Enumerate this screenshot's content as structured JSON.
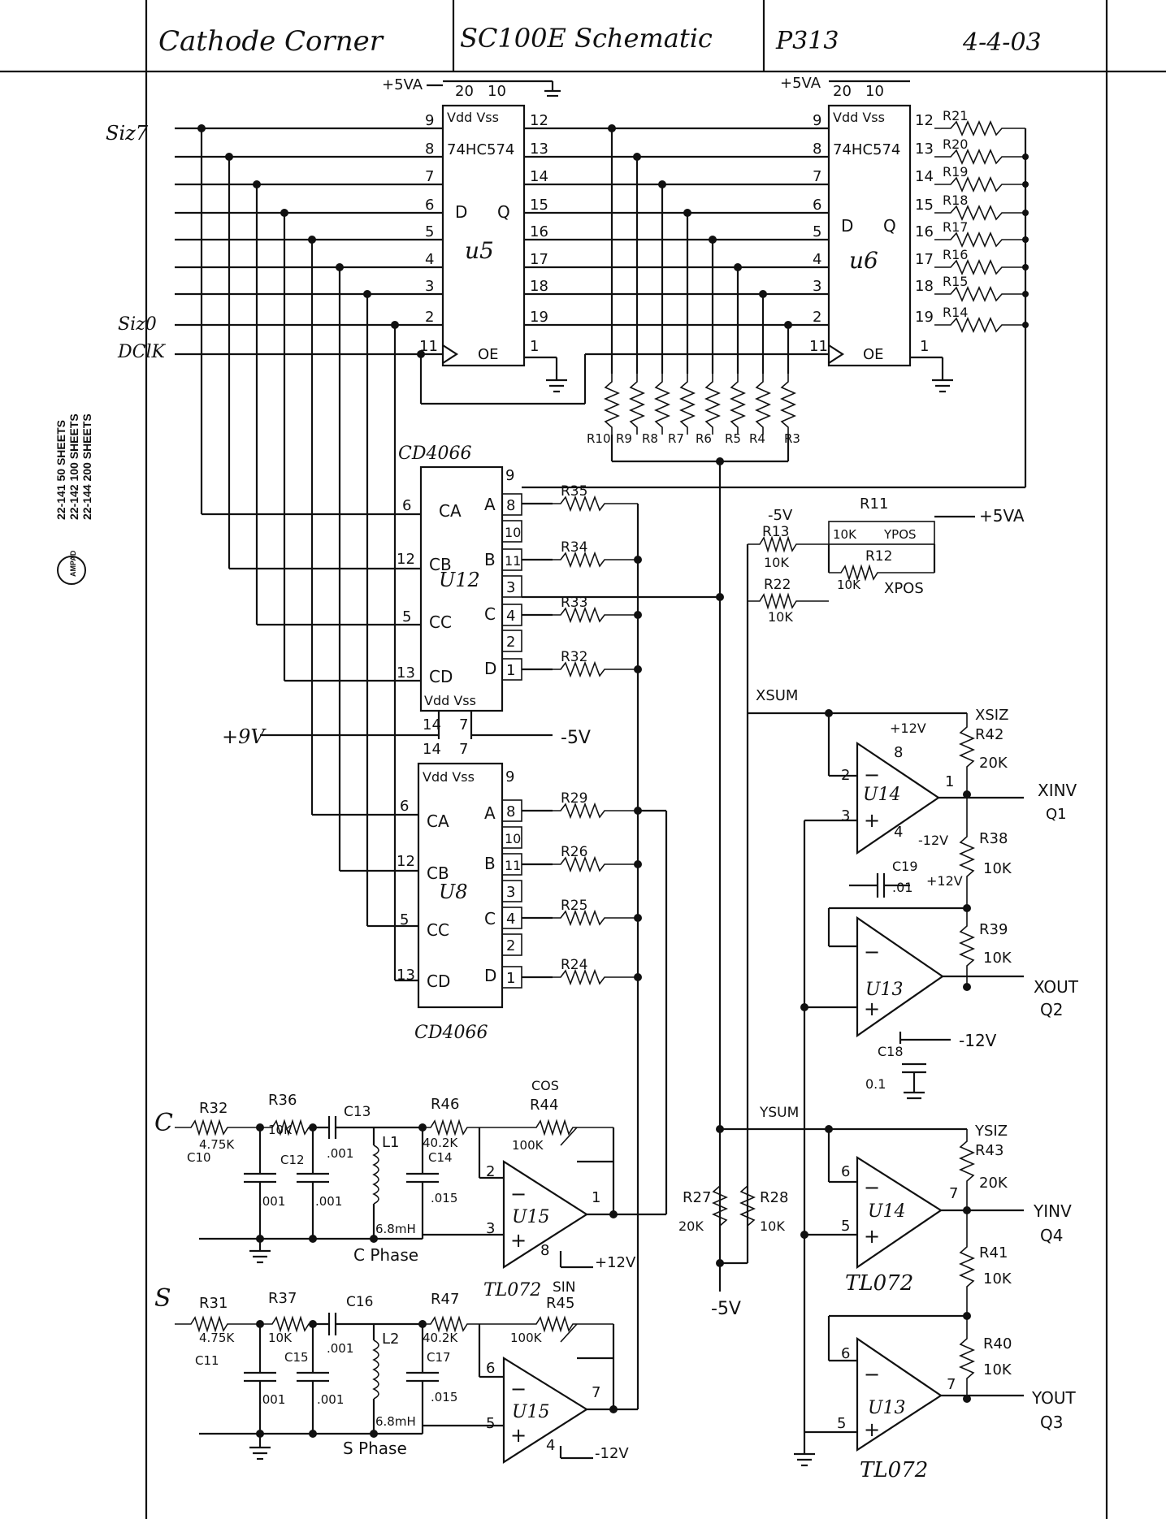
{
  "title_block": {
    "company": "Cathode Corner",
    "title": "SC100E Schematic",
    "page": "P313",
    "date": "4-4-03"
  },
  "pad_label": {
    "line1": "22-141   50 SHEETS",
    "line2": "22-142  100 SHEETS",
    "line3": "22-144  200 SHEETS",
    "logo": "AMPAD"
  },
  "inputs": {
    "siz7": "Siz7",
    "siz0": "Siz0",
    "dclk": "DClK",
    "c": "C",
    "s": "S",
    "plus9v": "+9V"
  },
  "u5": {
    "name": "u5",
    "part": "74HC574",
    "supply": "+5VA",
    "vdd_vss": "Vdd Vss",
    "d": "D",
    "q": "Q",
    "oe": "OE",
    "pin_vdd": "20",
    "pin_vss": "10",
    "d_pins": [
      "9",
      "8",
      "7",
      "6",
      "5",
      "4",
      "3",
      "2"
    ],
    "q_pins": [
      "12",
      "13",
      "14",
      "15",
      "16",
      "17",
      "18",
      "19"
    ],
    "clk_pin": "11",
    "oe_pin": "1"
  },
  "u6": {
    "name": "u6",
    "part": "74HC574",
    "supply": "+5VA",
    "vdd_vss": "Vdd Vss",
    "d": "D",
    "q": "Q",
    "oe": "OE",
    "pin_vdd": "20",
    "pin_vss": "10",
    "d_pins": [
      "9",
      "8",
      "7",
      "6",
      "5",
      "4",
      "3",
      "2"
    ],
    "q_pins": [
      "12",
      "13",
      "14",
      "15",
      "16",
      "17",
      "18",
      "19"
    ],
    "clk_pin": "11",
    "oe_pin": "1",
    "resistors": [
      "R21",
      "R20",
      "R19",
      "R18",
      "R17",
      "R16",
      "R15",
      "R14"
    ]
  },
  "ladder_resistors": [
    "R10",
    "R9",
    "R8",
    "R7",
    "R6",
    "R5",
    "R4",
    "R3"
  ],
  "u12": {
    "part": "CD4066",
    "name": "U12",
    "vdd_vss": "Vdd Vss",
    "ctrl": [
      "CA",
      "CB",
      "CC",
      "CD"
    ],
    "ctrl_pins": [
      "6",
      "12",
      "5",
      "13"
    ],
    "sw": [
      "A",
      "B",
      "C",
      "D"
    ],
    "left_pins": [
      "8",
      "11",
      "4",
      "1"
    ],
    "right_pins": [
      "10",
      "3",
      "2"
    ],
    "top_pin": "9",
    "pwr_pins": [
      "14",
      "7"
    ],
    "resistors": [
      "R35",
      "R34",
      "R33",
      "R32"
    ]
  },
  "u8": {
    "part": "CD4066",
    "name": "U8",
    "vdd_vss": "Vdd Vss",
    "ctrl": [
      "CA",
      "CB",
      "CC",
      "CD"
    ],
    "ctrl_pins": [
      "6",
      "12",
      "5",
      "13"
    ],
    "sw": [
      "A",
      "B",
      "C",
      "D"
    ],
    "left_pins": [
      "8",
      "11",
      "4",
      "1"
    ],
    "right_pins": [
      "10",
      "3",
      "2"
    ],
    "top_pin": "9",
    "pwr_pins": [
      "14",
      "7"
    ],
    "resistors": [
      "R29",
      "R26",
      "R25",
      "R24"
    ]
  },
  "rails": {
    "minus5v": "-5V",
    "plus5va": "+5VA",
    "plus12v": "+12V",
    "minus12v": "-12V"
  },
  "pos_network": {
    "r11": "R11",
    "r11_val": "10K",
    "ypos": "YPOS",
    "r13": "R13",
    "r13_val": "10K",
    "r12": "R12",
    "r12_val": "10K",
    "xpos": "XPOS",
    "r22": "R22",
    "r22_val": "10K"
  },
  "x_section": {
    "xsum": "XSUM",
    "xsiz": "XSIZ",
    "r42": "R42",
    "r42_val": "20K",
    "u14": "U14",
    "xinv": "XINV",
    "q1": "Q1",
    "r38": "R38",
    "r38_val": "10K",
    "c19": "C19",
    "c19_val": ".01",
    "r39": "R39",
    "r39_val": "10K",
    "u13": "U13",
    "xout": "XOUT",
    "q2": "Q2",
    "c18": "C18",
    "c18_val": "0.1",
    "pins": [
      "2",
      "3",
      "8",
      "4",
      "1"
    ]
  },
  "y_section": {
    "ysum": "YSUM",
    "ysiz": "YSIZ",
    "r43": "R43",
    "r43_val": "20K",
    "u14": "U14",
    "yinv": "YINV",
    "q4": "Q4",
    "r41": "R41",
    "r41_val": "10K",
    "r40": "R40",
    "r40_val": "10K",
    "u13": "U13",
    "yout": "YOUT",
    "q3": "Q3",
    "tl072": "TL072",
    "tl072_b": "TL072",
    "pins": [
      "6",
      "5",
      "7"
    ]
  },
  "bias": {
    "r27": "R27",
    "r27_val": "20K",
    "r28": "R28",
    "r28_val": "10K",
    "minus5v": "-5V"
  },
  "cos_section": {
    "r32": "R32",
    "r32_val": "4.75K",
    "r36": "R36",
    "r36_val": "10K",
    "c13": "C13",
    "c13_val": ".001",
    "c10": "C10",
    "c10_val": ".001",
    "c12": "C12",
    "c12_val": ".001",
    "l1": "L1",
    "l1_val": "6.8mH",
    "r46": "R46",
    "r46_val": "40.2K",
    "c14": "C14",
    "c14_val": ".015",
    "cos": "COS",
    "r44": "R44",
    "r44_val": "100K",
    "u15": "U15",
    "phase": "C Phase",
    "pins": [
      "2",
      "3",
      "1",
      "8"
    ],
    "rail": "+12V",
    "tl072": "TL072",
    "sin": "SIN"
  },
  "sin_section": {
    "r31": "R31",
    "r31_val": "4.75K",
    "r37": "R37",
    "r37_val": "10K",
    "c16": "C16",
    "c16_val": ".001",
    "c11": "C11",
    "c11_val": ".001",
    "c15": "C15",
    "c15_val": ".001",
    "l2": "L2",
    "l2_val": "6.8mH",
    "r47": "R47",
    "r47_val": "40.2K",
    "c17": "C17",
    "c17_val": ".015",
    "r45": "R45",
    "r45_val": "100K",
    "u15": "U15",
    "phase": "S Phase",
    "pins": [
      "6",
      "5",
      "7",
      "4"
    ],
    "rail": "-12V"
  }
}
